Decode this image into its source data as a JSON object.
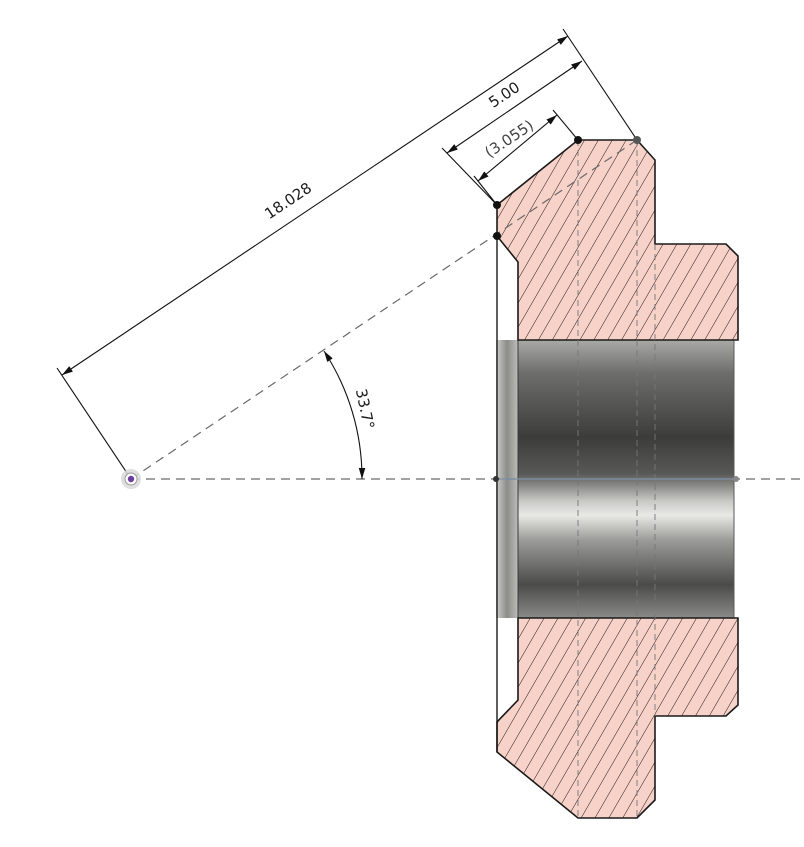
{
  "dimensions": {
    "linear_length": "18.028",
    "chamfer_length": "5.00",
    "reference_length": "(3.055)",
    "angle": "33.7°"
  },
  "colors": {
    "section_fill": "#f6d2c9",
    "hatch": "#2a1515",
    "outline": "#1a1a1a",
    "center_point": "#6b3fa0",
    "dash": "#6a6a6a"
  },
  "icons": {
    "origin": "sketch-origin-point-icon",
    "vertex": "sketch-vertex-point-icon"
  }
}
